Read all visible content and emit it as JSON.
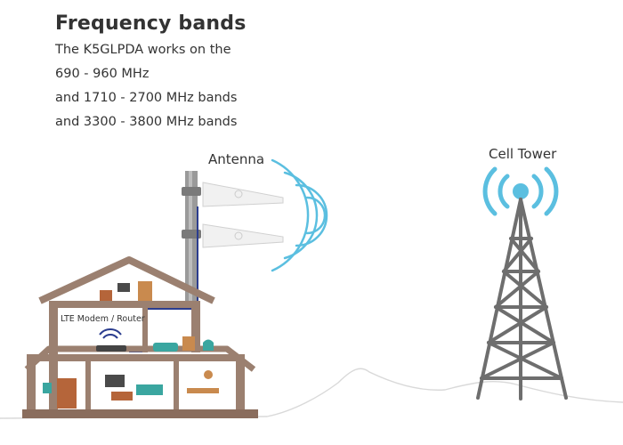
{
  "heading": "Frequency bands",
  "description": [
    "The K5GLPDA works on the",
    "690 - 960 MHz",
    "and 1710 - 2700 MHz bands",
    "and 3300 - 3800 MHz bands"
  ],
  "labels": {
    "antenna": "Antenna",
    "cell_tower": "Cell Tower",
    "modem_prefix": "LTE Modem",
    "modem_separator": "/",
    "modem_suffix": "Router"
  },
  "colors": {
    "text": "#333333",
    "signal": "#5bbfe0",
    "tower": "#6e6e6e",
    "house_wall": "#9b8070",
    "cable": "#2b3d8f"
  },
  "icons": [
    "antenna-icon",
    "signal-waves-icon",
    "cell-tower-icon",
    "house-icon",
    "router-icon"
  ]
}
